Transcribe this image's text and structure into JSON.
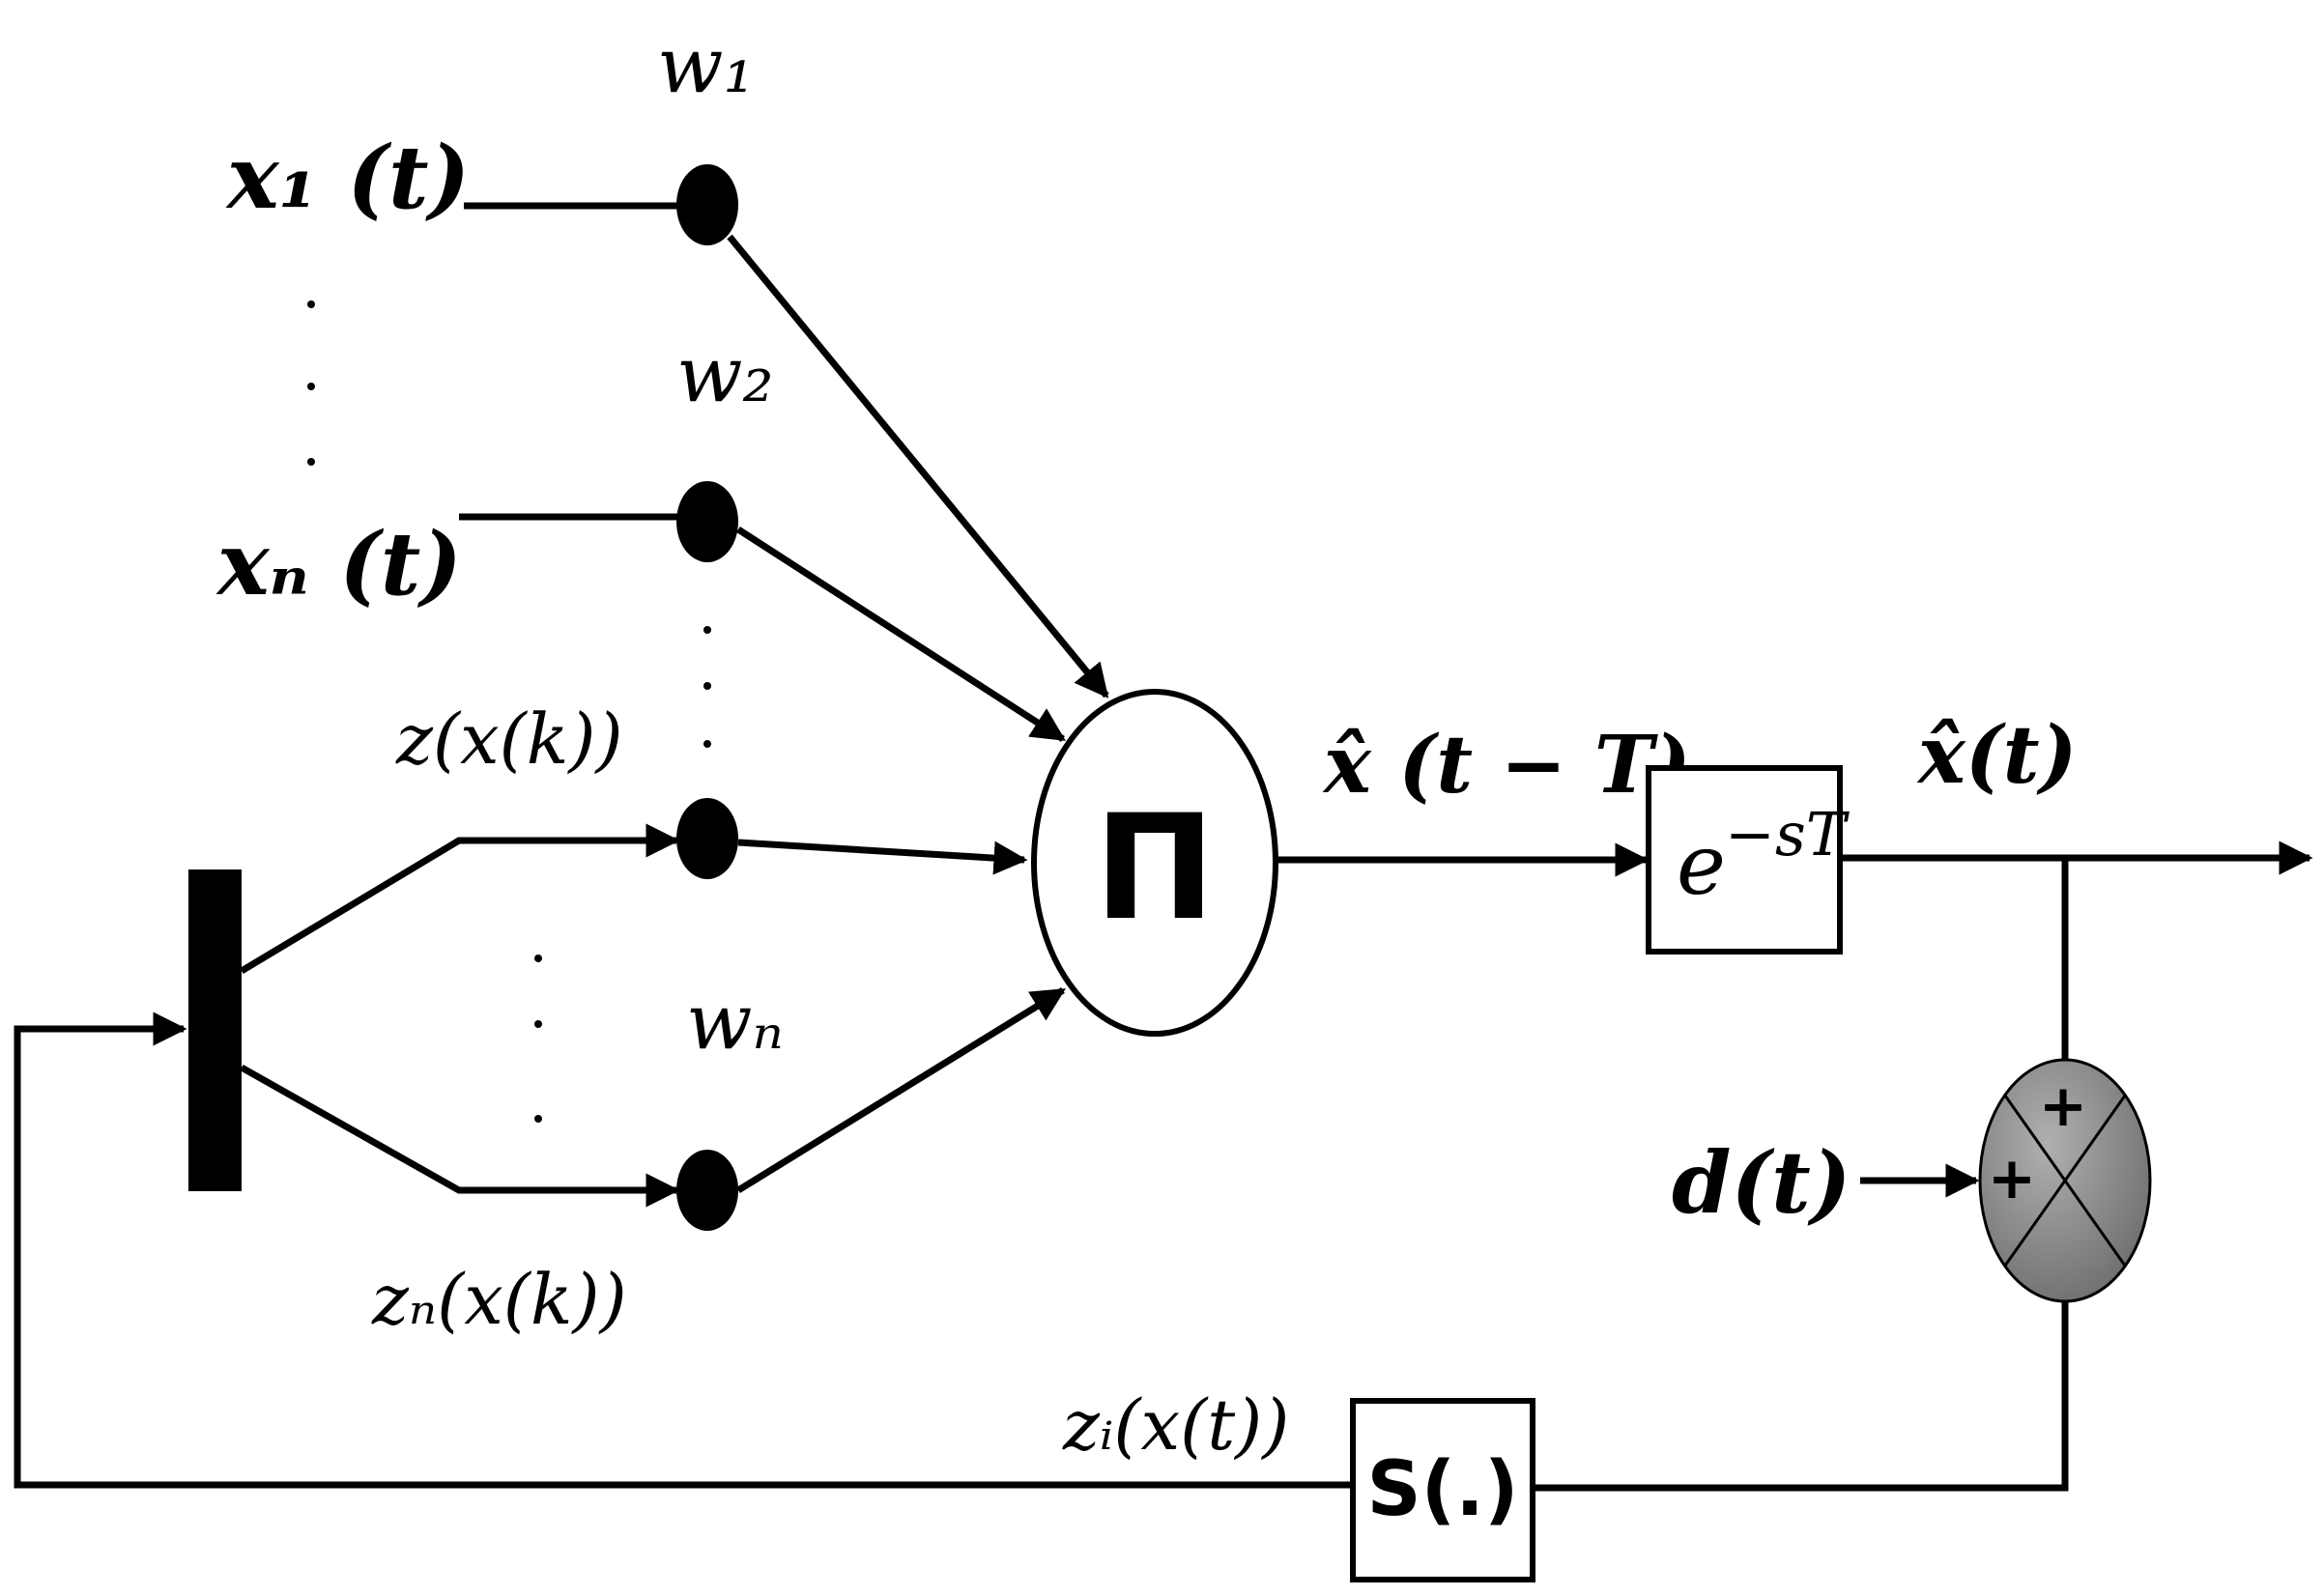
{
  "inputs": {
    "x1": "x₁ (t)",
    "xn": "xₙ (t)",
    "dots_vertical": "·"
  },
  "weights": {
    "w1": "w₁",
    "w2": "w₂",
    "wn": "wₙ"
  },
  "feedback_terms": {
    "z": "z(x(k))",
    "zn": "zₙ(x(k))",
    "zi": "zᵢ(x(t))"
  },
  "product_node": {
    "symbol": "Π"
  },
  "delay_block": {
    "base": "e",
    "exponent": "−sT"
  },
  "signals": {
    "x_hat_delayed": "x̂ (t − T)",
    "x_hat": "x̂(t)",
    "disturbance": "d(t)"
  },
  "summing_junction": {
    "sign_top": "+",
    "sign_left": "+",
    "fill_color": "#8a8a8a"
  },
  "s_block": {
    "label": "S(.)"
  }
}
